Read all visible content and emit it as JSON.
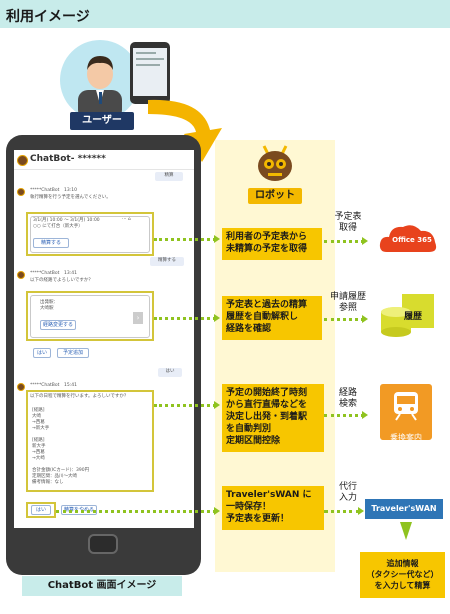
{
  "header": {
    "title": "利用イメージ"
  },
  "user": {
    "label": "ユーザー"
  },
  "robot": {
    "label": "ロボット"
  },
  "chatbot": {
    "title": "ChatBot- ******",
    "screen_label": "ChatBot 画面イメージ",
    "msg1": {
      "name": "*****ChatBot",
      "time": "13:10",
      "text": "執行精算を行う予定を選んでください。",
      "pill": "精算"
    },
    "card1": {
      "line1": "3/1(月) 10:00 ～ 3/1(月) 10:00",
      "line2": "○○ にて打合（新大手）",
      "button": "精算する"
    },
    "msg2": {
      "name": "*****ChatBot",
      "time": "13:41",
      "text": "以下の経路でよろしいですか？",
      "pill": "精算する"
    },
    "card2": {
      "line1": "出発駅：",
      "line2": "大崎駅",
      "button": "経路変更する"
    },
    "reply2": {
      "yes": "はい",
      "add": "予定追加"
    },
    "msg3": {
      "name": "*****ChatBot",
      "time": "15:41",
      "text": "以下の日程で精算を行います。よろしいですか？",
      "pill": "はい"
    },
    "detail_lines": [
      "[経路]",
      "大崎",
      "→西葛",
      "→新大手",
      "",
      "[経路]",
      "新大手",
      "→西葛",
      "→大崎",
      "",
      "合計金額(ICカード)：390円",
      "定期区間：品川～大崎",
      "備考情報：なし"
    ],
    "reply3": {
      "yes": "はい",
      "cancel": "精算をやめる"
    }
  },
  "steps": [
    {
      "text": "利用者の予定表から未精算の予定を取得",
      "caption": "予定表\n取得",
      "service": "Office 365"
    },
    {
      "text": "予定表と過去の精算履歴を自動解釈し経路を確認",
      "caption": "申請履歴\n参照",
      "service": "履歴"
    },
    {
      "text": "予定の開始終了時刻から直行直帰などを決定し出発・到着駅を自動判別定期区間控除",
      "caption": "経路\n検索",
      "service": "乗換案内"
    },
    {
      "text": "Traveler'sWAN に一時保存！予定表を更新！",
      "caption": "代行\n入力",
      "service": "Traveler'sWAN"
    }
  ],
  "step_lines": [
    [
      "利用者の予定表から",
      "未精算の予定を取得"
    ],
    [
      "予定表と過去の精算",
      "履歴を自動解釈し",
      "経路を確認"
    ],
    [
      "予定の開始終了時刻",
      "から直行直帰などを",
      "決定し出発・到着駅",
      "を自動判別",
      "定期区間控除"
    ],
    [
      "Traveler'sWAN に",
      "一時保存！",
      "予定表を更新！"
    ]
  ],
  "captions": [
    [
      "予定表",
      "取得"
    ],
    [
      "申請履歴",
      "参照"
    ],
    [
      "経路",
      "検索"
    ],
    [
      "代行",
      "入力"
    ]
  ],
  "services": {
    "office": "Office 365",
    "history": "履歴",
    "transit": "乗換案内",
    "twan": "Traveler'sWAN"
  },
  "final_info": [
    "追加情報",
    "（タクシー代など）",
    "を入力して精算"
  ],
  "colors": {
    "header_bg": "#c8ecea",
    "panel_bg": "#fff8d3",
    "step_bg": "#f7c600",
    "dots": "#8fc31f",
    "twan_blue": "#2e75b6",
    "office_red": "#e8431d"
  }
}
